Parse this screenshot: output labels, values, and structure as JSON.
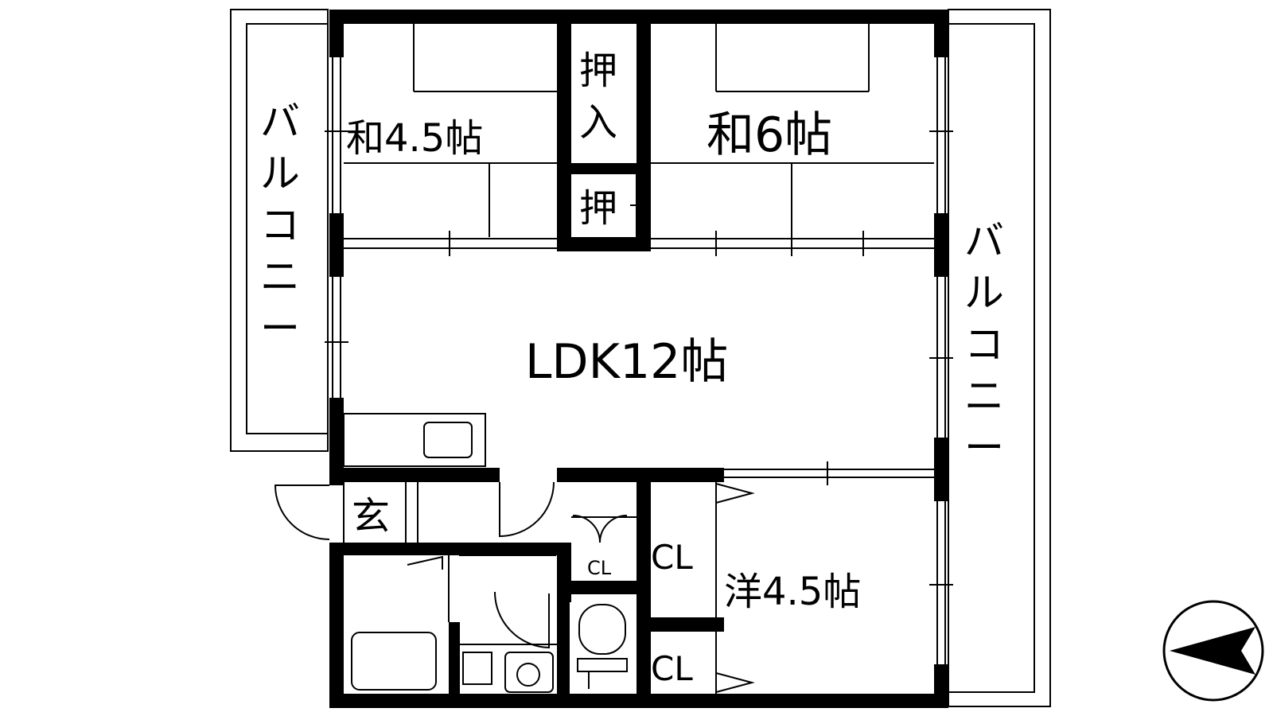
{
  "floorplan": {
    "rooms": {
      "washitsu_small": "和4.5帖",
      "washitsu_large": "和6帖",
      "oshiire_upper_1": "押",
      "oshiire_upper_2": "入",
      "oshiire_lower": "押",
      "ldk": "LDK12帖",
      "genkan": "玄",
      "closet_small": "CL",
      "closet_upper": "CL",
      "closet_lower": "CL",
      "youshitsu": "洋4.5帖"
    },
    "balcony_left": [
      "バ",
      "ル",
      "コ",
      "ニ",
      "ー"
    ],
    "balcony_right": [
      "バ",
      "ル",
      "コ",
      "ニ",
      "ー"
    ]
  },
  "colors": {
    "wall": "#000000",
    "line": "#000000",
    "background": "#ffffff"
  },
  "icons": {
    "compass": "north-arrow-icon"
  }
}
